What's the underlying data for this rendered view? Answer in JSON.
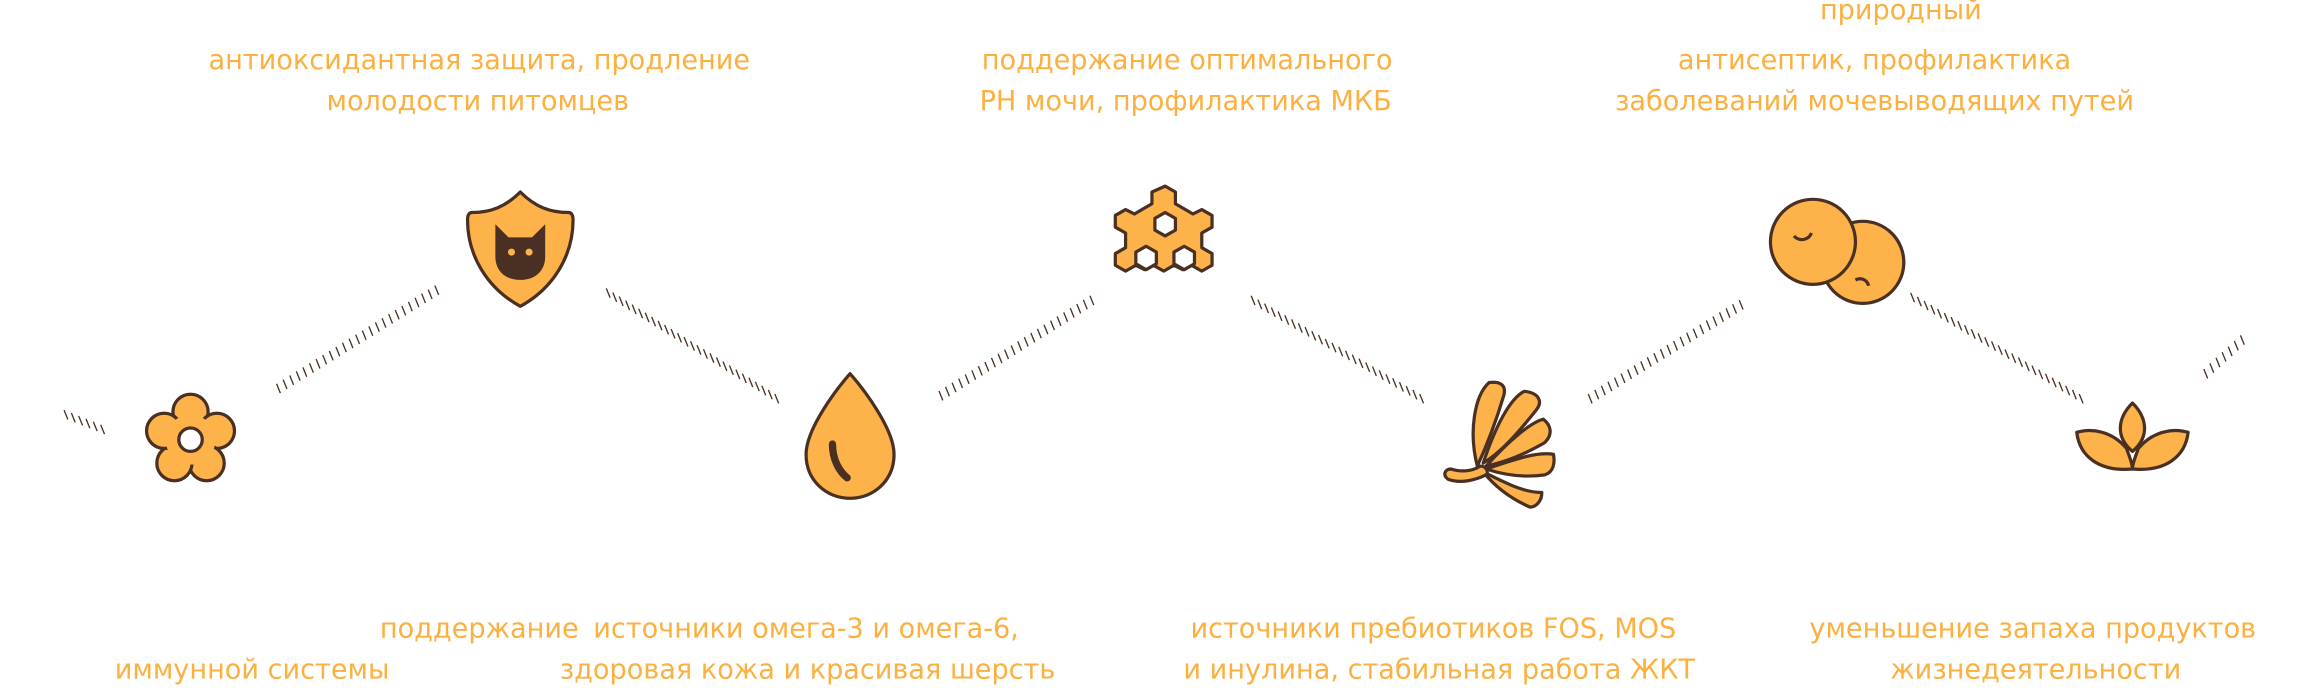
{
  "colors": {
    "text": "#fbb040",
    "icon_fill": "#fdb24a",
    "icon_stroke": "#4a3022"
  },
  "benefits": [
    {
      "icon": "flower-icon",
      "lines": [
        "поддержание",
        "иммунной системы"
      ]
    },
    {
      "icon": "shield-cat-icon",
      "lines": [
        "антиоксидантная защита, продление",
        "молодости питомцев"
      ]
    },
    {
      "icon": "drop-icon",
      "lines": [
        "источники омега-3 и омега-6,",
        "здоровая кожа и красивая шерсть"
      ]
    },
    {
      "icon": "honeycomb-icon",
      "lines": [
        "поддержание оптимального",
        "PH мочи, профилактика МКБ"
      ]
    },
    {
      "icon": "herb-bundle-icon",
      "lines": [
        "источники пребиотиков FOS, MOS",
        "и инулина, стабильная работа ЖКТ"
      ]
    },
    {
      "icon": "berries-icon",
      "lines": [
        "природный",
        "антисептик, профилактика",
        "заболеваний мочевыводящих путей"
      ]
    },
    {
      "icon": "lotus-icon",
      "lines": [
        "уменьшение запаха продуктов",
        "жизнедеятельности"
      ]
    }
  ]
}
